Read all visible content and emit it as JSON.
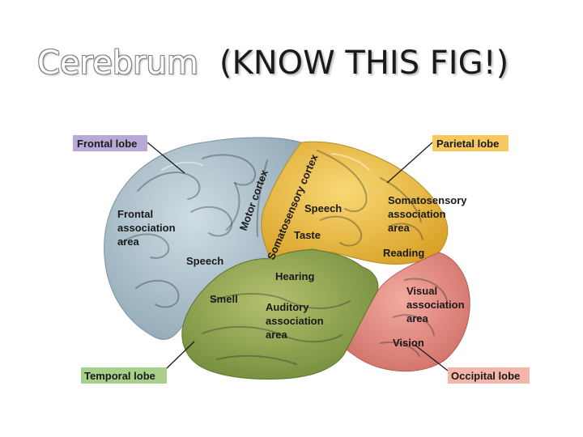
{
  "title": {
    "main": "Cerebrum",
    "note": "(KNOW THIS FIG!)"
  },
  "lobes": {
    "frontal": "Frontal lobe",
    "parietal": "Parietal lobe",
    "temporal": "Temporal lobe",
    "occipital": "Occipital lobe"
  },
  "lobe_colors": {
    "frontal_box": "#b9a9d6",
    "parietal_box": "#f6c85f",
    "temporal_box": "#a8d08d",
    "occipital_box": "#f4b6a8",
    "frontal": "#b4c6d0",
    "parietal": "#f2c44a",
    "temporal": "#9aab5c",
    "occipital": "#e9958c"
  },
  "cortex": {
    "motor": "Motor cortex",
    "somatosensory": "Somatosensory cortex"
  },
  "areas": {
    "frontal_association": [
      "Frontal",
      "association",
      "area"
    ],
    "speech_frontal": "Speech",
    "speech_parietal": "Speech",
    "taste": "Taste",
    "somatosensory_association": [
      "Somatosensory",
      "association",
      "area"
    ],
    "reading": "Reading",
    "hearing": "Hearing",
    "smell": "Smell",
    "auditory_association": [
      "Auditory",
      "association",
      "area"
    ],
    "visual_association": [
      "Visual",
      "association",
      "area"
    ],
    "vision": "Vision"
  }
}
